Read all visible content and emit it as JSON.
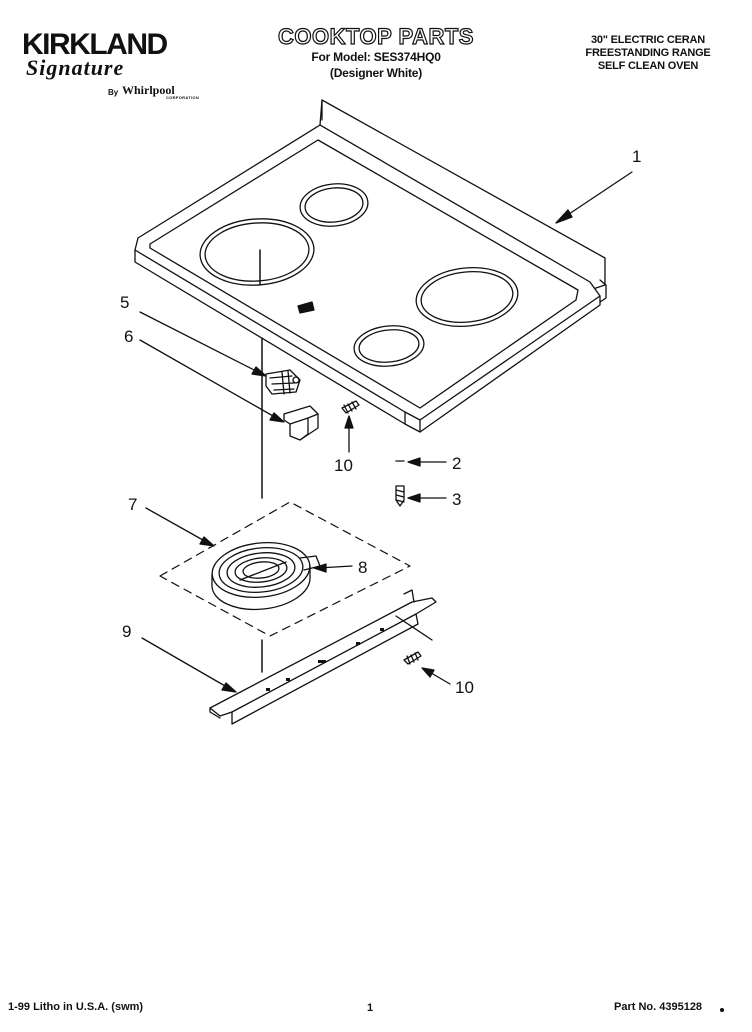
{
  "header": {
    "brand_main": "KIRKLAND",
    "brand_script": "Signature",
    "brand_by": "By",
    "brand_manufacturer": "Whirlpool",
    "brand_corp": "CORPORATION",
    "title": "COOKTOP PARTS",
    "model_line": "For Model: SES374HQ0",
    "color_line": "(Designer White)",
    "description": [
      "30\" ELECTRIC CERAN",
      "FREESTANDING RANGE",
      "SELF CLEAN OVEN"
    ]
  },
  "callouts": {
    "c1": "1",
    "c2": "2",
    "c3": "3",
    "c5": "5",
    "c6": "6",
    "c7": "7",
    "c8": "8",
    "c9": "9",
    "c10a": "10",
    "c10b": "10"
  },
  "footer": {
    "left": "1-99 Litho in U.S.A. (swm)",
    "page": "1",
    "part_no": "Part No. 4395128"
  }
}
